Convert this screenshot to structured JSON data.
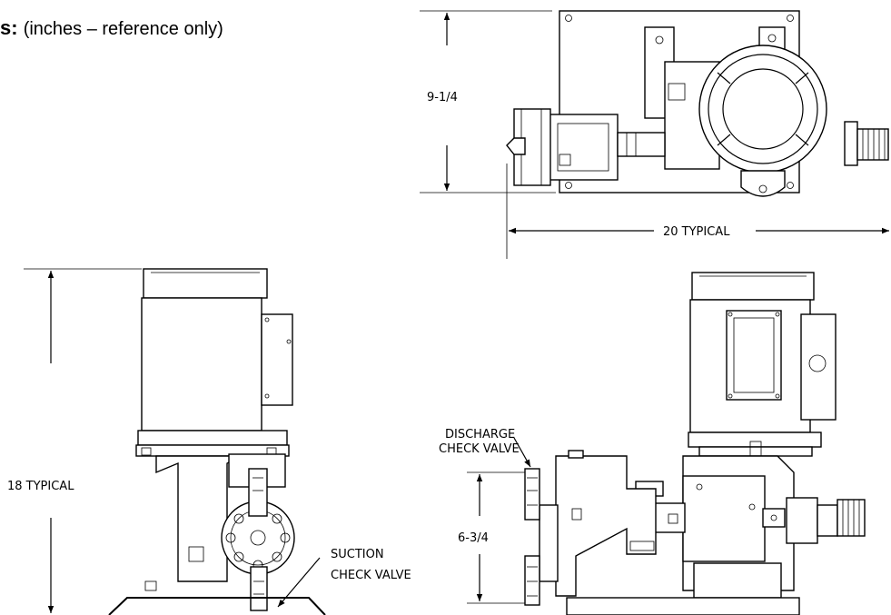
{
  "heading": {
    "prefix": "s:",
    "note": "(inches – reference only)"
  },
  "dimensions": {
    "top_height": "9-1/4",
    "overall_length": "20 TYPICAL",
    "overall_height": "18 TYPICAL",
    "valve_spacing": "6-3/4"
  },
  "callouts": {
    "discharge_line1": "DISCHARGE",
    "discharge_line2": "CHECK VALVE",
    "suction_line1": "SUCTION",
    "suction_line2": "CHECK VALVE"
  }
}
